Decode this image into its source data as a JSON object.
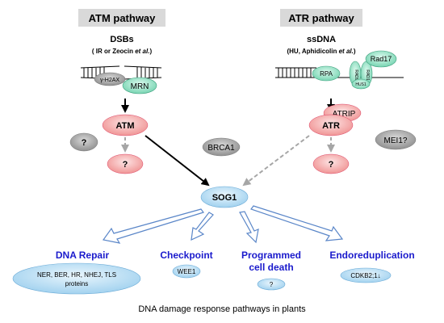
{
  "atm_panel": {
    "title": "ATM pathway",
    "trigger": "DSBs",
    "trigger_source_prefix": "( IR or Zeocin ",
    "trigger_source_etal": "et al.",
    "trigger_source_suffix": ")",
    "gamma_h2ax": "γ-H2AX",
    "mrn": "MRN",
    "kinase": "ATM",
    "unknown_upstream": "?",
    "unknown_downstream": "?"
  },
  "atr_panel": {
    "title": "ATR pathway",
    "trigger": "ssDNA",
    "trigger_source_prefix": "(HU, Aphidicolin ",
    "trigger_source_etal": "et al.",
    "trigger_source_suffix": ")",
    "rpa": "RPA",
    "rad9": "RAD9",
    "rad1": "RAD1",
    "hus1": "HUS1",
    "rad17": "Rad17",
    "kinase": "ATR",
    "atrip": "ATRIP",
    "mei1": "MEI1?",
    "unknown_downstream": "?"
  },
  "center": {
    "brca1": "BRCA1",
    "sog1": "SOG1"
  },
  "outcomes": {
    "dna_repair": {
      "title": "DNA Repair",
      "detail_line1": "NER, BER, HR, NHEJ, TLS",
      "detail_line2": "proteins"
    },
    "checkpoint": {
      "title": "Checkpoint",
      "detail": "WEE1"
    },
    "pcd": {
      "title_line1": "Programmed",
      "title_line2": "cell death",
      "detail": "?"
    },
    "endoreduplication": {
      "title": "Endoreduplication",
      "detail": "CDKB2;1↓"
    }
  },
  "caption": "DNA damage response pathways in plants",
  "colors": {
    "header_bg": "#d9d9d9",
    "kinase_fill": "#f4a5a5",
    "complex_fill": "#8fe0c6",
    "gray_fill": "#9a9a9a",
    "sog1_fill": "#bfe3f8",
    "outcome_text": "#1a1acc",
    "arrow_gray": "#a6a6a6"
  }
}
